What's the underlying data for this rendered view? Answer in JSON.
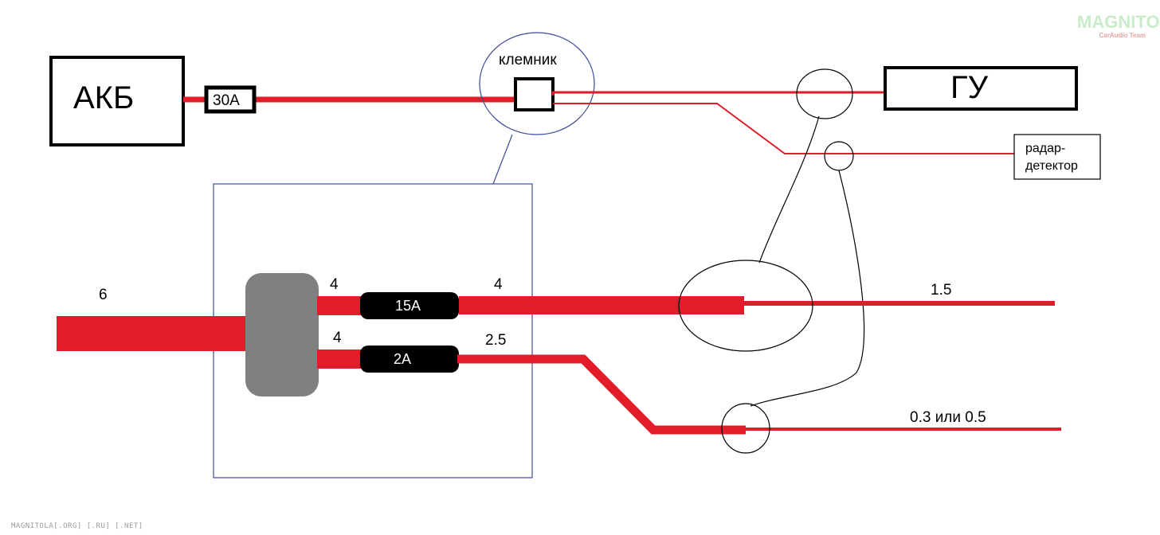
{
  "blocks": {
    "battery": "АКБ",
    "head_unit": "ГУ",
    "radar_detector": [
      "радар-",
      "детектор"
    ]
  },
  "labels": {
    "terminal": "клемник",
    "main_fuse": "30А",
    "fuse_15": "15А",
    "fuse_2": "2А",
    "gauge_in": "6",
    "gauge_fuse15_in": "4",
    "gauge_fuse15_out": "4",
    "gauge_fuse2_in": "4",
    "gauge_fuse2_out": "2.5",
    "gauge_out_upper": "1.5",
    "gauge_out_lower": "0.3 или 0.5"
  },
  "watermark": {
    "top_line1": "MAGNITOLA",
    "top_line2": "CarAudio Team",
    "bottom": "MAGNITOLA[.ORG] [.RU] [.NET]"
  },
  "colors": {
    "wire": "#e21c28",
    "fuse_body": "#000000",
    "distribution_block": "#808080",
    "inset_frame": "#3f4a9a"
  }
}
